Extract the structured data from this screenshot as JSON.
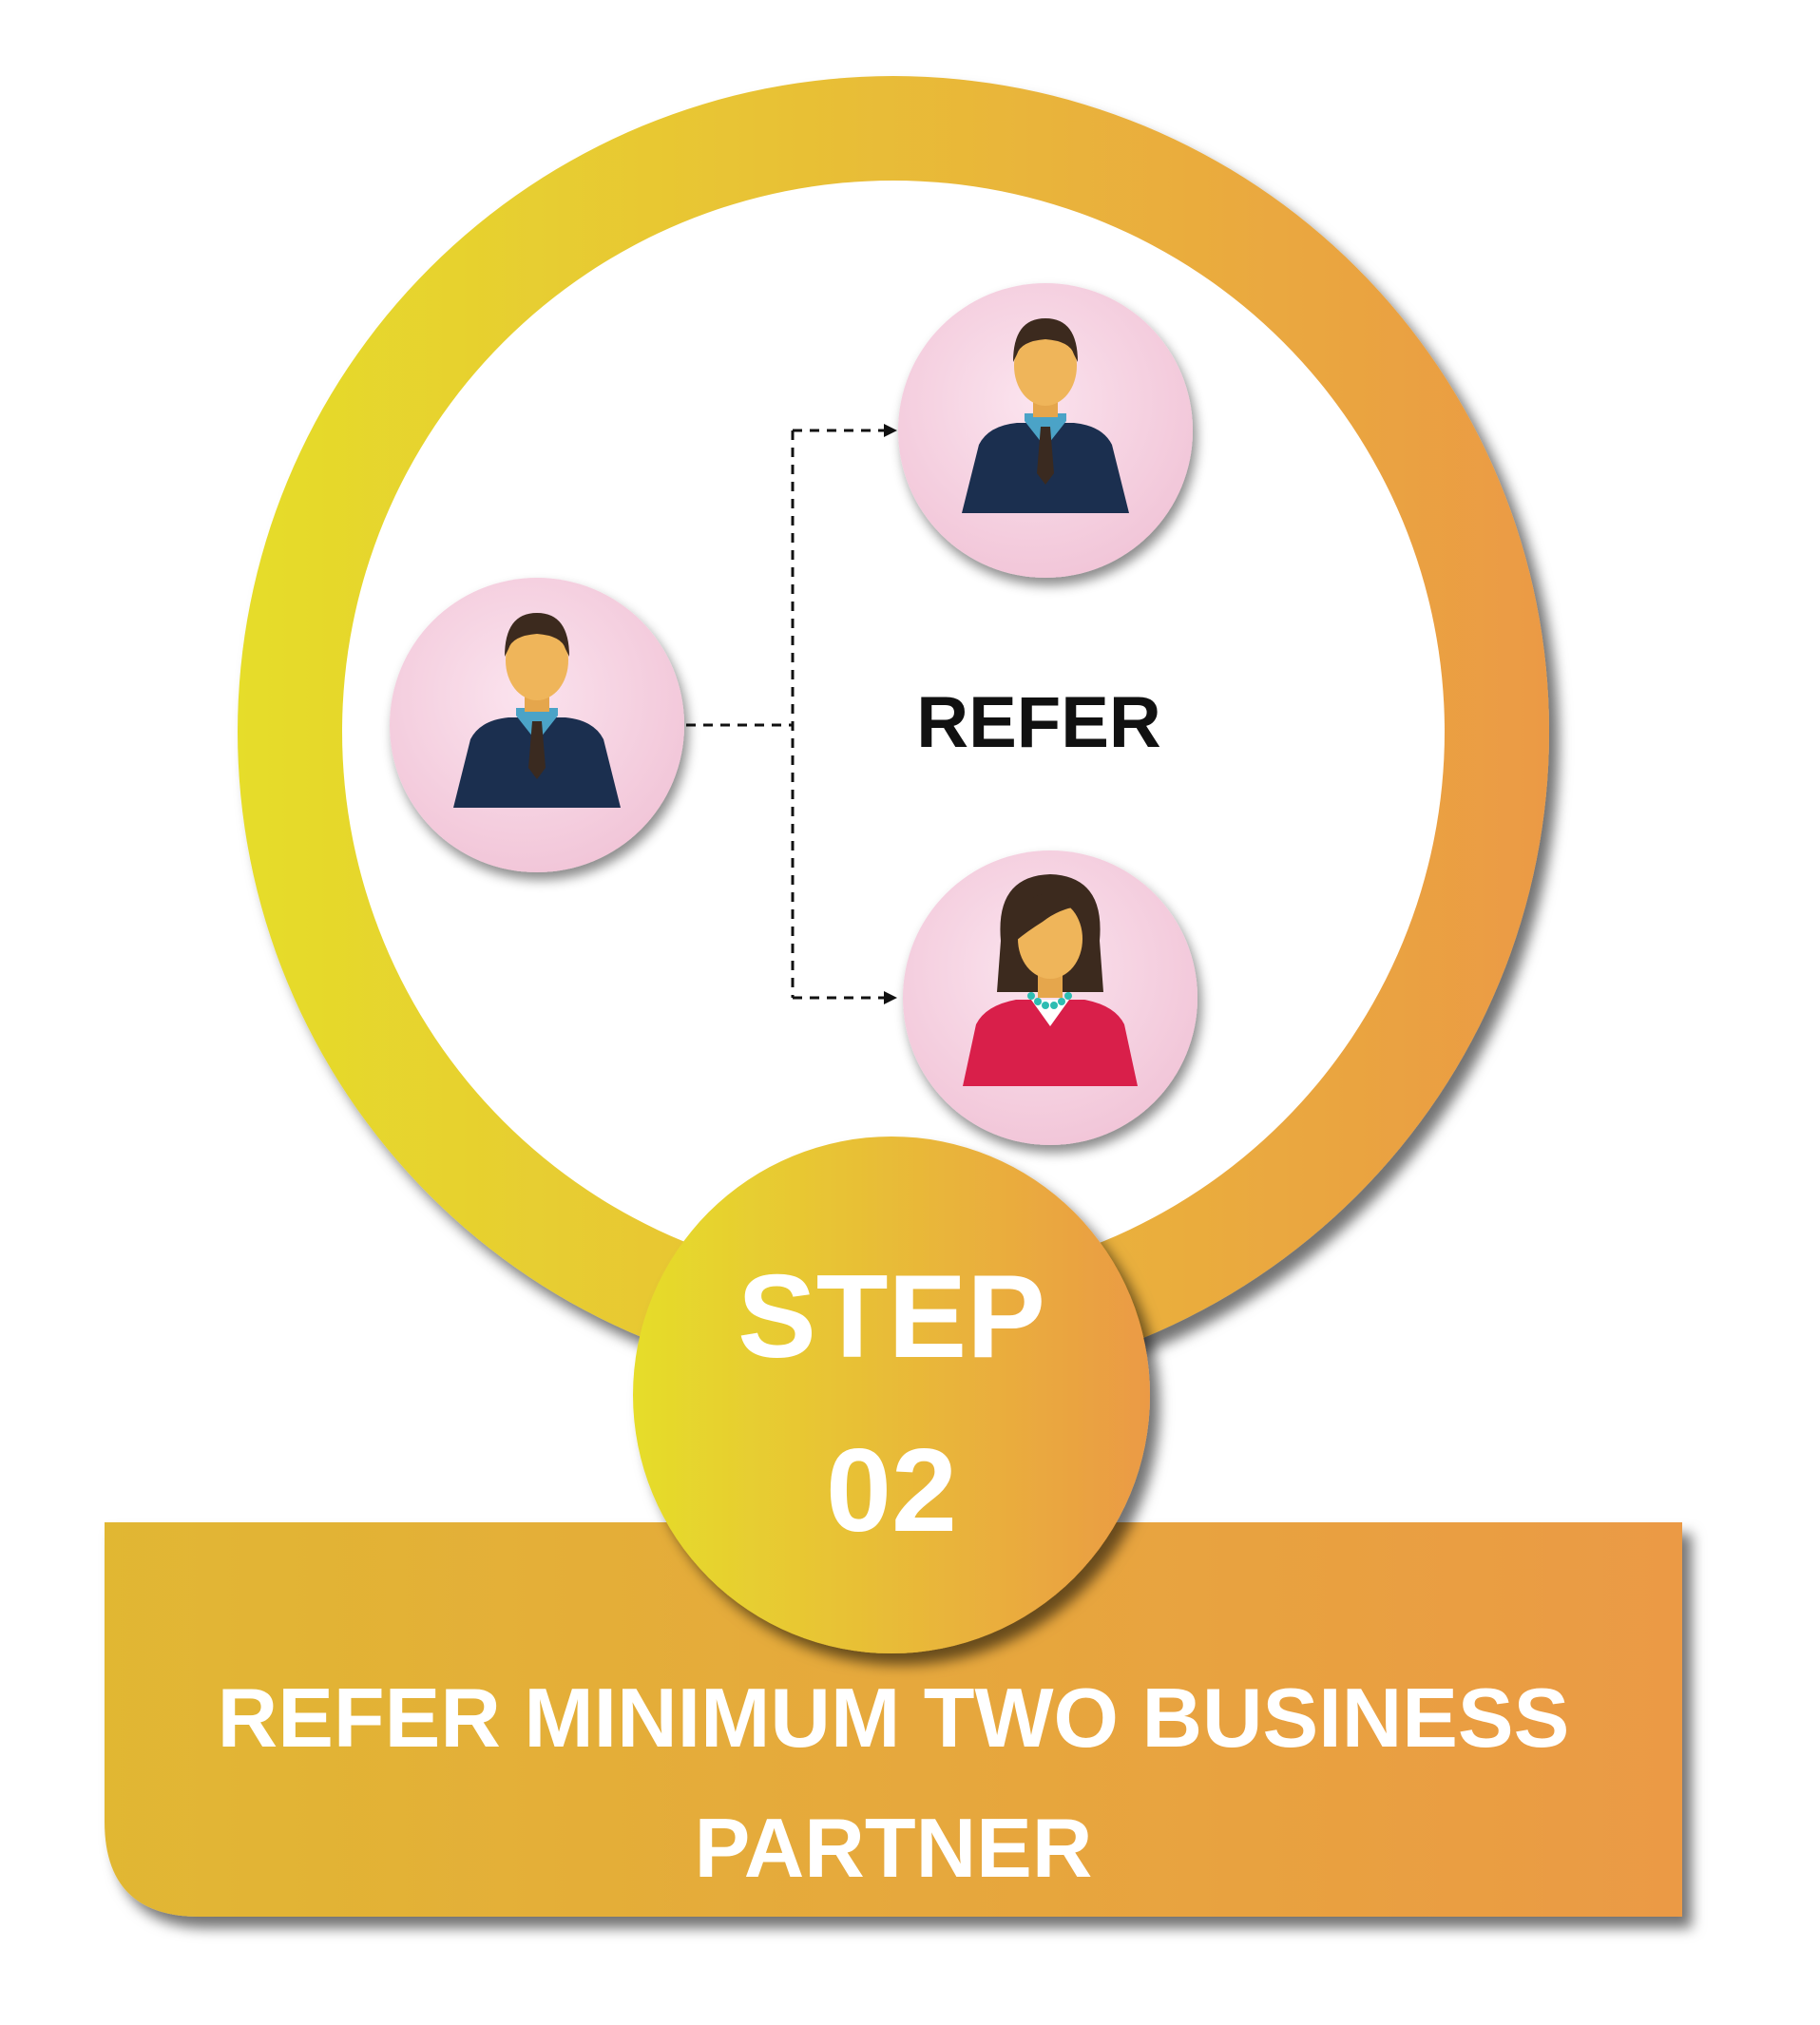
{
  "diagram": {
    "center_label": "REFER",
    "step_badge": {
      "word": "STEP",
      "number": "02"
    },
    "caption": {
      "line1": "REFER MINIMUM TWO BUSINESS",
      "line2": "PARTNER"
    },
    "people": [
      {
        "role": "referrer",
        "figure": "man"
      },
      {
        "role": "partner",
        "figure": "man"
      },
      {
        "role": "partner",
        "figure": "woman"
      }
    ]
  },
  "colors": {
    "gradient_start": "#E6DD2A",
    "gradient_end": "#EB9A45",
    "avatar_background": "#F6D1E1",
    "man_suit": "#1B2F4F",
    "man_shirt": "#4BA3C7",
    "man_tie": "#3A2A20",
    "woman_blazer": "#D91F4A",
    "woman_necklace": "#2DBDB2",
    "skin": "#EFB55A",
    "hair": "#3C2A1E",
    "text_dark": "#111111",
    "text_light": "#FFFFFF"
  }
}
